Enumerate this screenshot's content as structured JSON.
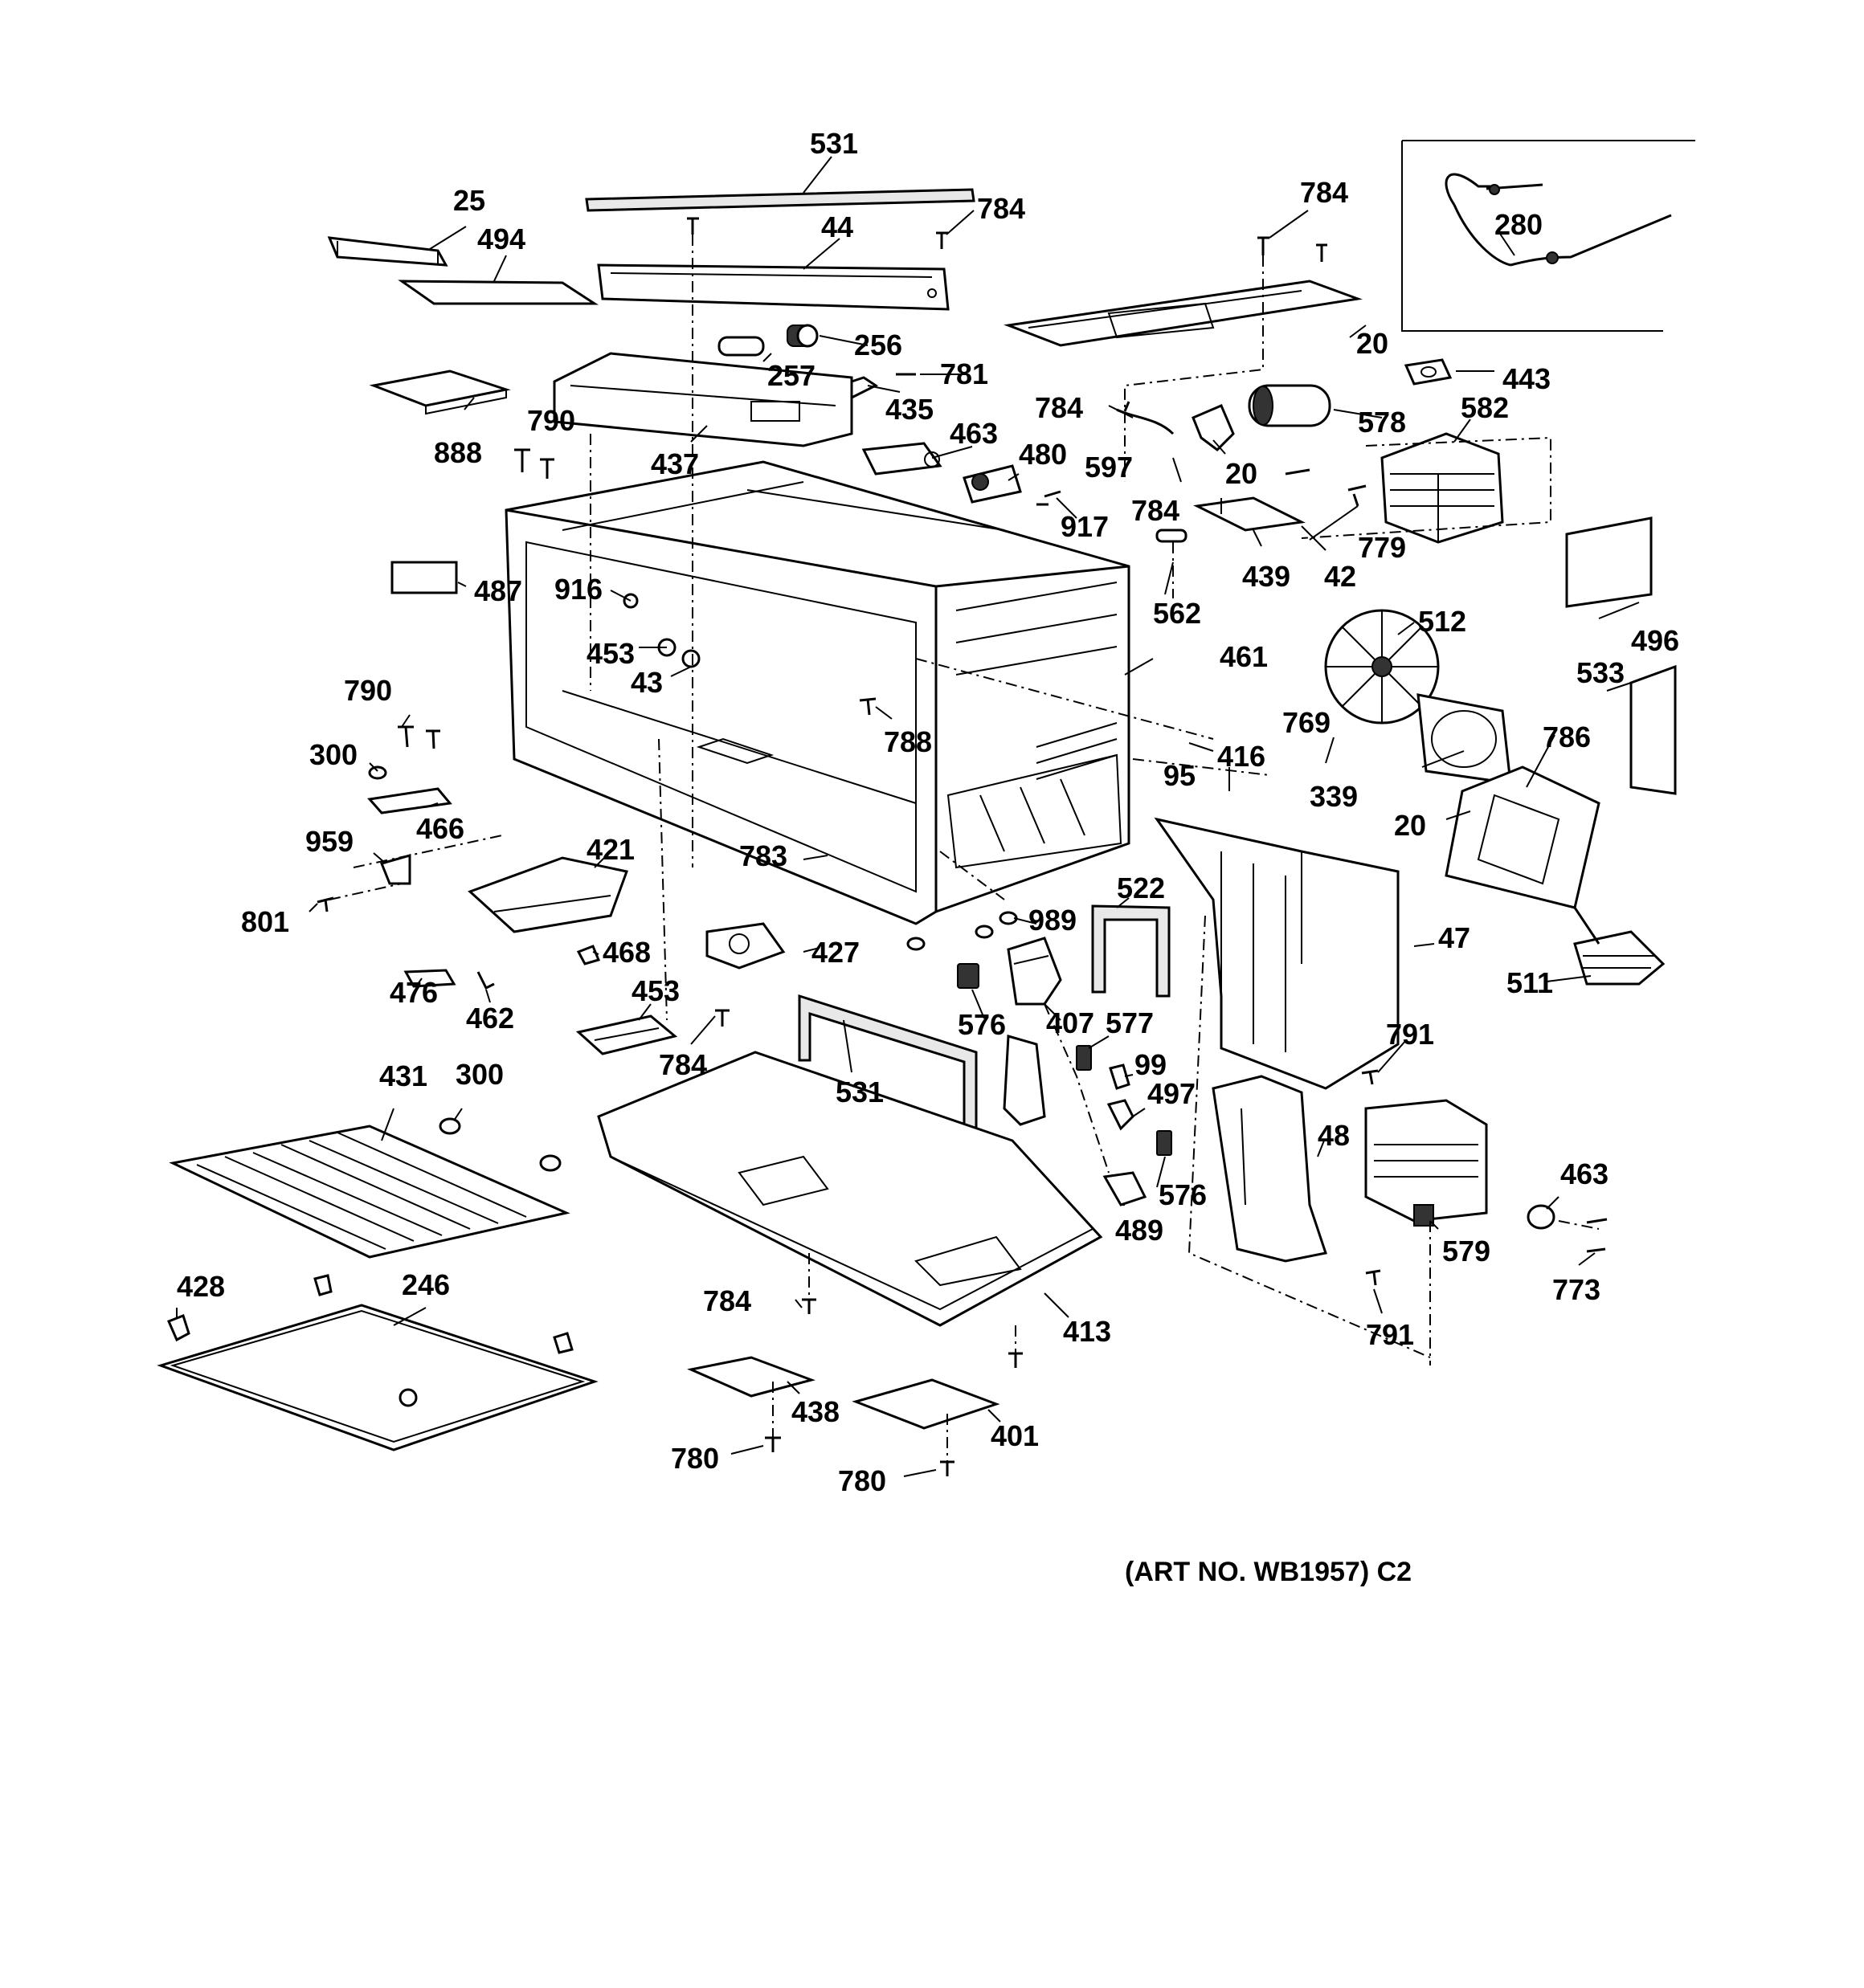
{
  "diagram": {
    "art_number": "(ART NO. WB1957) C2",
    "labels": [
      {
        "id": "l531a",
        "text": "531"
      },
      {
        "id": "l25",
        "text": "25"
      },
      {
        "id": "l494",
        "text": "494"
      },
      {
        "id": "l44",
        "text": "44"
      },
      {
        "id": "l784a",
        "text": "784"
      },
      {
        "id": "l784b",
        "text": "784"
      },
      {
        "id": "l280",
        "text": "280"
      },
      {
        "id": "l256",
        "text": "256"
      },
      {
        "id": "l20a",
        "text": "20"
      },
      {
        "id": "l257",
        "text": "257"
      },
      {
        "id": "l781",
        "text": "781"
      },
      {
        "id": "l443",
        "text": "443"
      },
      {
        "id": "l435",
        "text": "435"
      },
      {
        "id": "l790a",
        "text": "790"
      },
      {
        "id": "l784c",
        "text": "784"
      },
      {
        "id": "l578",
        "text": "578"
      },
      {
        "id": "l582",
        "text": "582"
      },
      {
        "id": "l888",
        "text": "888"
      },
      {
        "id": "l437",
        "text": "437"
      },
      {
        "id": "l463a",
        "text": "463"
      },
      {
        "id": "l480",
        "text": "480"
      },
      {
        "id": "l597",
        "text": "597"
      },
      {
        "id": "l20b",
        "text": "20"
      },
      {
        "id": "l784d",
        "text": "784"
      },
      {
        "id": "l917",
        "text": "917"
      },
      {
        "id": "l779",
        "text": "779"
      },
      {
        "id": "l439",
        "text": "439"
      },
      {
        "id": "l42",
        "text": "42"
      },
      {
        "id": "l487",
        "text": "487"
      },
      {
        "id": "l916",
        "text": "916"
      },
      {
        "id": "l562",
        "text": "562"
      },
      {
        "id": "l512",
        "text": "512"
      },
      {
        "id": "l496",
        "text": "496"
      },
      {
        "id": "l453a",
        "text": "453"
      },
      {
        "id": "l461",
        "text": "461"
      },
      {
        "id": "l43",
        "text": "43"
      },
      {
        "id": "l533",
        "text": "533"
      },
      {
        "id": "l790b",
        "text": "790"
      },
      {
        "id": "l769",
        "text": "769"
      },
      {
        "id": "l788",
        "text": "788"
      },
      {
        "id": "l786",
        "text": "786"
      },
      {
        "id": "l300a",
        "text": "300"
      },
      {
        "id": "l416",
        "text": "416"
      },
      {
        "id": "l95",
        "text": "95"
      },
      {
        "id": "l339",
        "text": "339"
      },
      {
        "id": "l466",
        "text": "466"
      },
      {
        "id": "l20c",
        "text": "20"
      },
      {
        "id": "l959",
        "text": "959"
      },
      {
        "id": "l421",
        "text": "421"
      },
      {
        "id": "l783",
        "text": "783"
      },
      {
        "id": "l522",
        "text": "522"
      },
      {
        "id": "l801",
        "text": "801"
      },
      {
        "id": "l989",
        "text": "989"
      },
      {
        "id": "l47",
        "text": "47"
      },
      {
        "id": "l468",
        "text": "468"
      },
      {
        "id": "l427",
        "text": "427"
      },
      {
        "id": "l511",
        "text": "511"
      },
      {
        "id": "l476",
        "text": "476"
      },
      {
        "id": "l453b",
        "text": "453"
      },
      {
        "id": "l462",
        "text": "462"
      },
      {
        "id": "l576a",
        "text": "576"
      },
      {
        "id": "l407",
        "text": "407"
      },
      {
        "id": "l577",
        "text": "577"
      },
      {
        "id": "l791a",
        "text": "791"
      },
      {
        "id": "l784e",
        "text": "784"
      },
      {
        "id": "l99",
        "text": "99"
      },
      {
        "id": "l431",
        "text": "431"
      },
      {
        "id": "l300b",
        "text": "300"
      },
      {
        "id": "l531b",
        "text": "531"
      },
      {
        "id": "l497",
        "text": "497"
      },
      {
        "id": "l48",
        "text": "48"
      },
      {
        "id": "l463b",
        "text": "463"
      },
      {
        "id": "l576b",
        "text": "576"
      },
      {
        "id": "l489",
        "text": "489"
      },
      {
        "id": "l579",
        "text": "579"
      },
      {
        "id": "l428",
        "text": "428"
      },
      {
        "id": "l246",
        "text": "246"
      },
      {
        "id": "l773",
        "text": "773"
      },
      {
        "id": "l784f",
        "text": "784"
      },
      {
        "id": "l413",
        "text": "413"
      },
      {
        "id": "l791b",
        "text": "791"
      },
      {
        "id": "l438",
        "text": "438"
      },
      {
        "id": "l401",
        "text": "401"
      },
      {
        "id": "l780a",
        "text": "780"
      },
      {
        "id": "l780b",
        "text": "780"
      }
    ]
  }
}
